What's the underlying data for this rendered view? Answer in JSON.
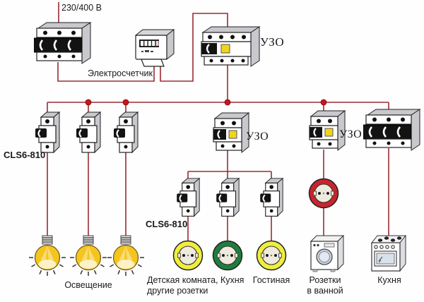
{
  "labels": {
    "voltage": "230/400 В",
    "meter": "Электросчетчик",
    "rcd_main": "УЗО",
    "rcd_sockets": "УЗО",
    "rcd_bathroom": "УЗО",
    "breaker_model_lighting": "CLS6-810",
    "breaker_model_sockets": "CLS6-810",
    "lighting": "Освещение",
    "sockets_group_line1": "Детская комната, Кухня",
    "sockets_group_line2": "другие розетки",
    "living_room": "Гостиная",
    "bathroom_line1": "Розетки",
    "bathroom_line2": "в ванной",
    "kitchen": "Кухня"
  },
  "icons": {
    "main_breaker": "three-pole-circuit-breaker",
    "electric_meter": "electricity-meter",
    "rcd_main": "four-pole-rcd",
    "lighting_breakers": "single-pole-breaker",
    "rcd_sockets": "two-pole-rcd",
    "rcd_bathroom": "two-pole-rcd",
    "kitchen_breaker": "three-pole-circuit-breaker",
    "socket_breakers": "single-pole-breaker",
    "bulbs": "light-bulb",
    "socket_ring_order": [
      "yellow",
      "green",
      "yellow",
      "red"
    ],
    "washing_machine": "washing-machine",
    "stove": "kitchen-stove"
  },
  "colors": {
    "wire": "#9a2b33",
    "junction": "#c8151f",
    "device_side": "#c8c8cd",
    "device_face": "#ffffff",
    "test_button": "#f0d51c",
    "bulb_yellow": "#f5c51f",
    "socket_ring_yellow": "#f0ee3c",
    "socket_ring_green": "#1f7d3e",
    "socket_ring_red": "#c8252c",
    "socket_face": "#efeade",
    "text": "#1a1a1a",
    "background": "#ffffff"
  }
}
